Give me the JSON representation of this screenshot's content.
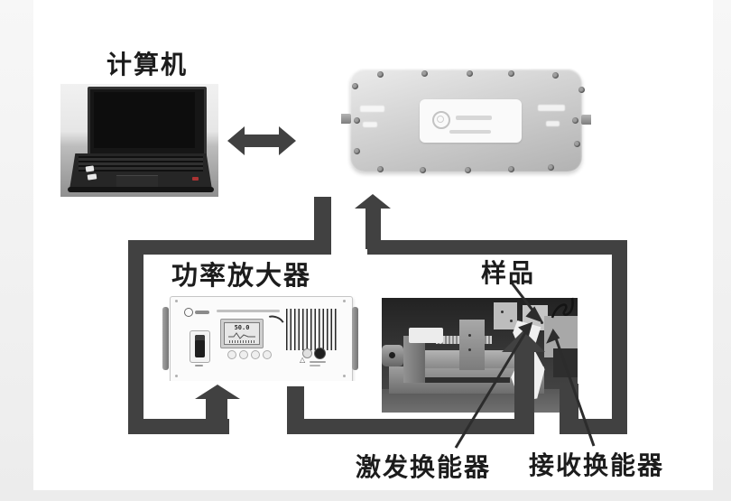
{
  "figure": {
    "labels": {
      "computer": "计算机",
      "power_amplifier": "功率放大器",
      "sample": "样品",
      "excitation_transducer": "激发换能器",
      "receiving_transducer": "接收换能器"
    },
    "amplifier": {
      "display_value": "50.0"
    },
    "colors": {
      "connector": "#414141",
      "annotation_line": "#2c2c2c",
      "background": "#ffffff",
      "page_margin": "#ededed"
    }
  }
}
